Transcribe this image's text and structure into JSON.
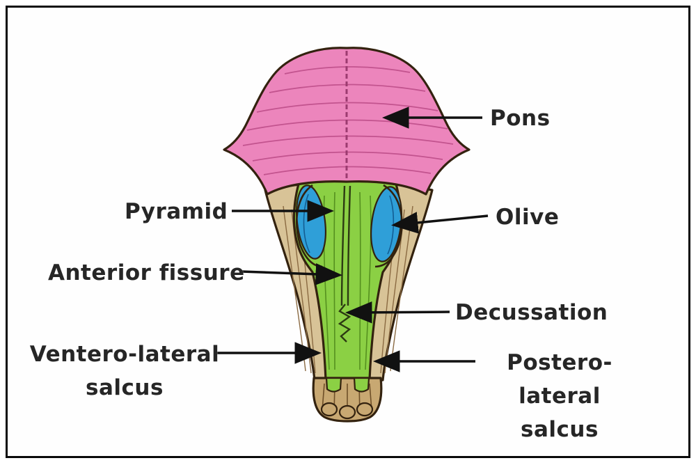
{
  "figure": {
    "description": "Anatomical diagram of the brainstem (pons and medulla oblongata), anterior view, with labelled structures"
  },
  "colors": {
    "pons_fill": "#ec85bc",
    "tissue_fill": "#d8c397",
    "pyramid_fill": "#8bd044",
    "olive_fill": "#2f9fd8",
    "stub_fill": "#c8a872",
    "green_tip_fill": "#8bd044",
    "outline": "#33220f",
    "arrow": "#111111",
    "label_text": "#262626"
  },
  "labels": {
    "pons": "Pons",
    "pyramid": "Pyramid",
    "olive": "Olive",
    "anterior_fissure": "Anterior fissure",
    "decussation": "Decussation",
    "ventero_lateral": {
      "line1": "Ventero-lateral",
      "line2": "salcus"
    },
    "postero_lateral": {
      "line1": "Postero-lateral",
      "line2": "salcus"
    }
  }
}
